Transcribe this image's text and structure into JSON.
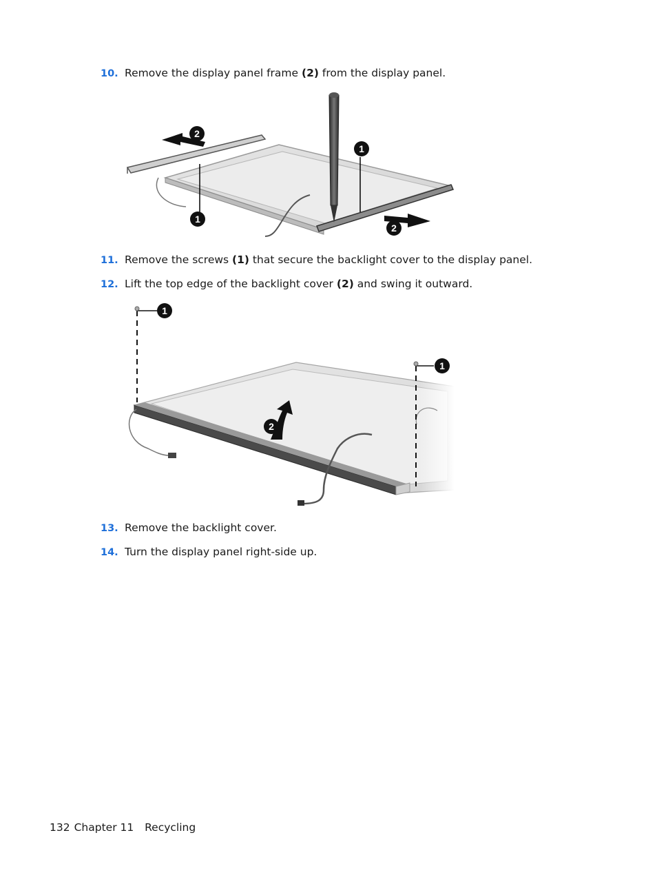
{
  "steps": [
    {
      "num": "10.",
      "pre": "Remove the display panel frame ",
      "bold": "(2)",
      "post": " from the display panel."
    },
    {
      "num": "11.",
      "pre": "Remove the screws ",
      "bold": "(1)",
      "post": " that secure the backlight cover to the display panel."
    },
    {
      "num": "12.",
      "pre": "Lift the top edge of the backlight cover ",
      "bold": "(2)",
      "post": " and swing it outward."
    },
    {
      "num": "13.",
      "pre": "Remove the backlight cover.",
      "bold": "",
      "post": ""
    },
    {
      "num": "14.",
      "pre": "Turn the display panel right-side up.",
      "bold": "",
      "post": ""
    }
  ],
  "figures": {
    "callout_1": "1",
    "callout_2": "2"
  },
  "footer": {
    "page_number": "132",
    "chapter": "Chapter 11",
    "section": "Recycling"
  }
}
